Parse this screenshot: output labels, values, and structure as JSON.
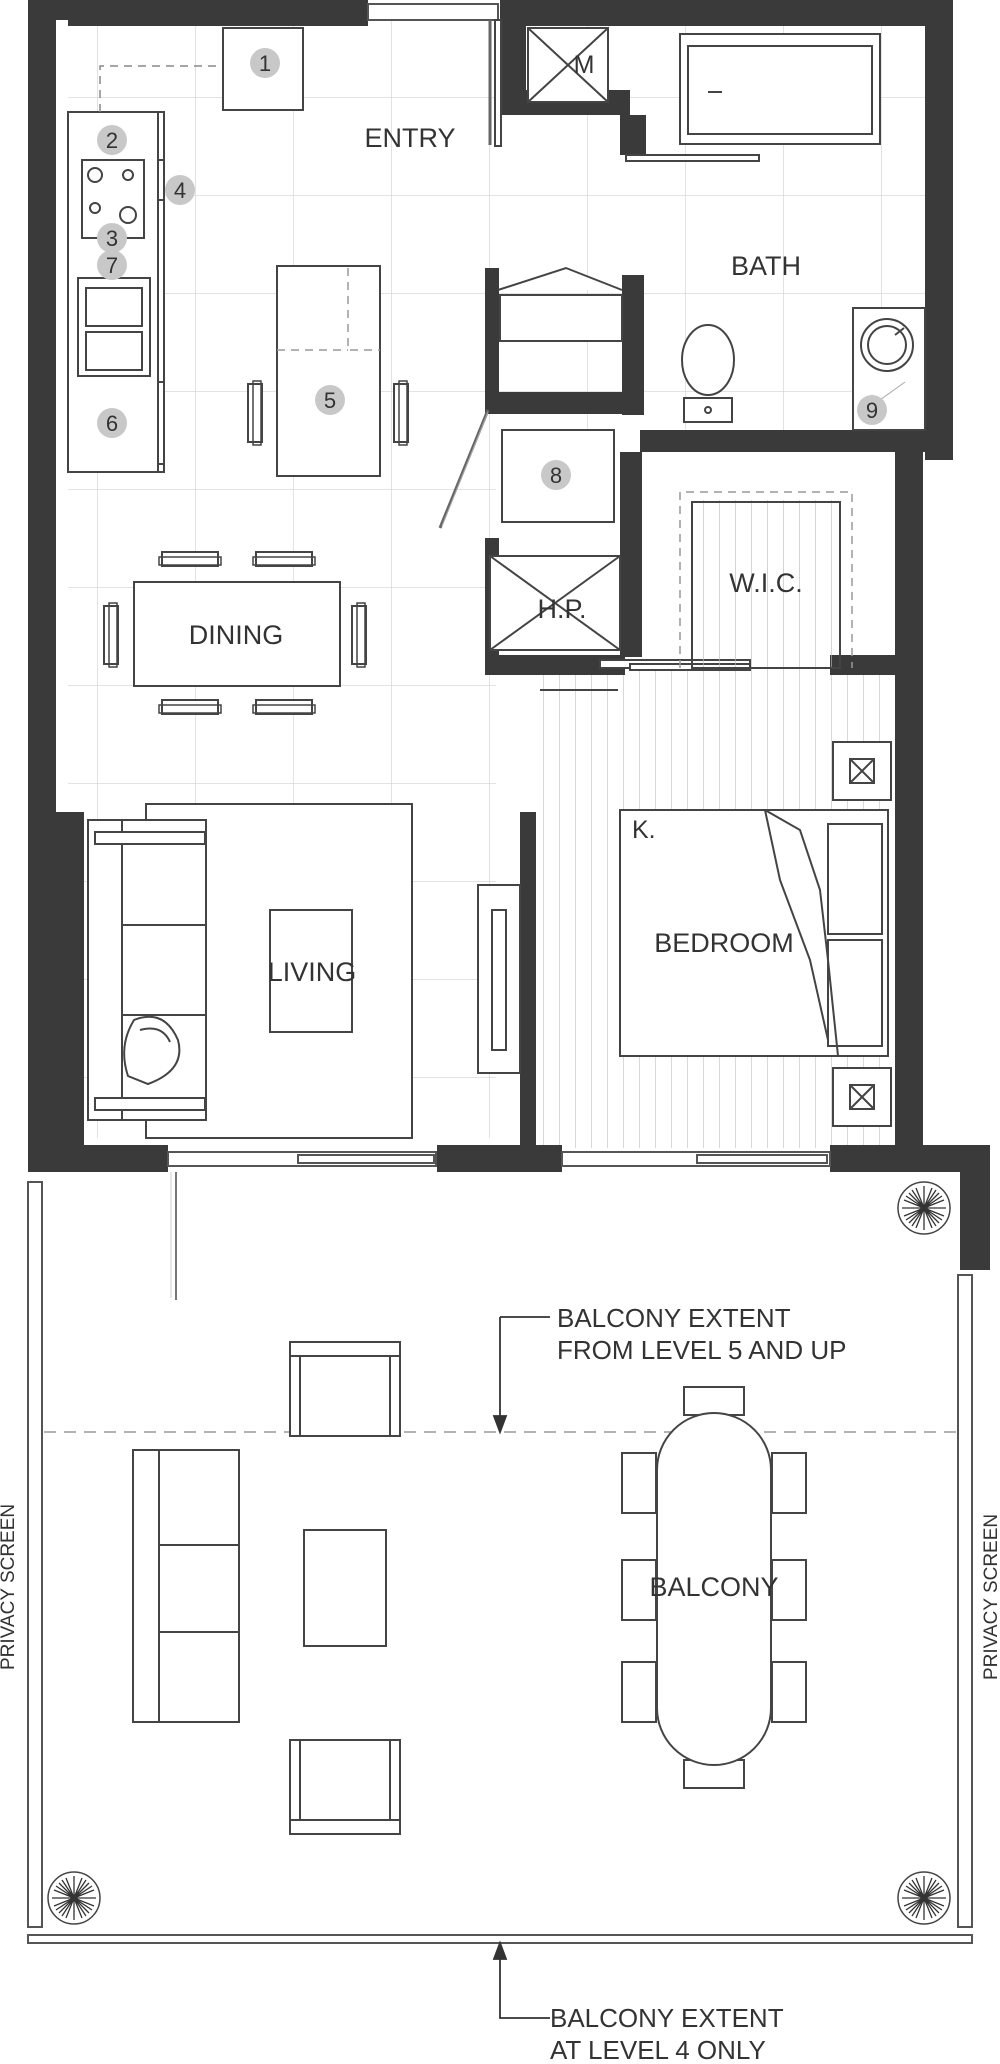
{
  "rooms": {
    "entry": "ENTRY",
    "bath": "BATH",
    "dining": "DINING",
    "living": "LIVING",
    "wic": "W.I.C.",
    "bedroom": "BEDROOM",
    "bed_size": "K.",
    "balcony": "BALCONY",
    "hp": "H.P.",
    "m": "M"
  },
  "callouts": [
    "1",
    "2",
    "3",
    "4",
    "5",
    "6",
    "7",
    "8",
    "9"
  ],
  "notes": {
    "upper_line1": "BALCONY EXTENT",
    "upper_line2": "FROM LEVEL 5 AND UP",
    "lower_line1": "BALCONY EXTENT",
    "lower_line2": "AT LEVEL 4 ONLY"
  },
  "privacy_screen": "PRIVACY SCREEN",
  "colors": {
    "wall": "#3a3a3a",
    "line": "#555555",
    "callout_fill": "#c8c8c8",
    "grid": "#cfcfcf"
  }
}
